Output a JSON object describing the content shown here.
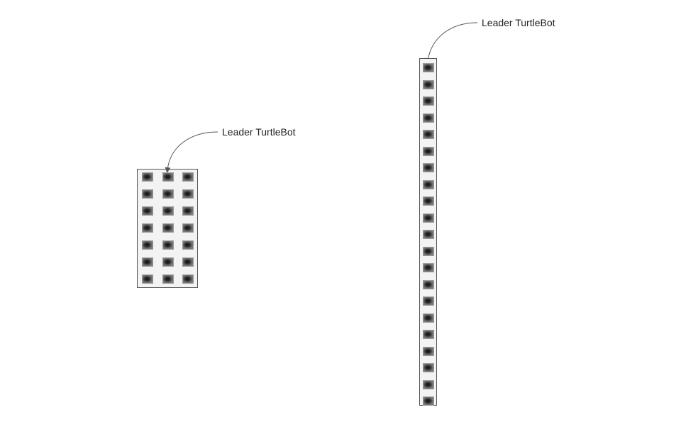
{
  "formations": [
    {
      "id": "grid-formation",
      "rows": 7,
      "columns": 3,
      "leader": {
        "row": 1,
        "column": 2
      },
      "callout_label": "Leader TurtleBot",
      "robot_icon": "turtlebot-icon"
    },
    {
      "id": "column-formation",
      "rows": 21,
      "columns": 1,
      "leader": {
        "row": 1,
        "column": 1
      },
      "callout_label": "Leader TurtleBot",
      "robot_icon": "turtlebot-icon"
    }
  ],
  "colors": {
    "frame_fill": "#f3f3f3",
    "frame_border": "#555555",
    "arrow": "#555555",
    "robot_dark": "#111111",
    "robot_light": "#8a8a8a"
  }
}
